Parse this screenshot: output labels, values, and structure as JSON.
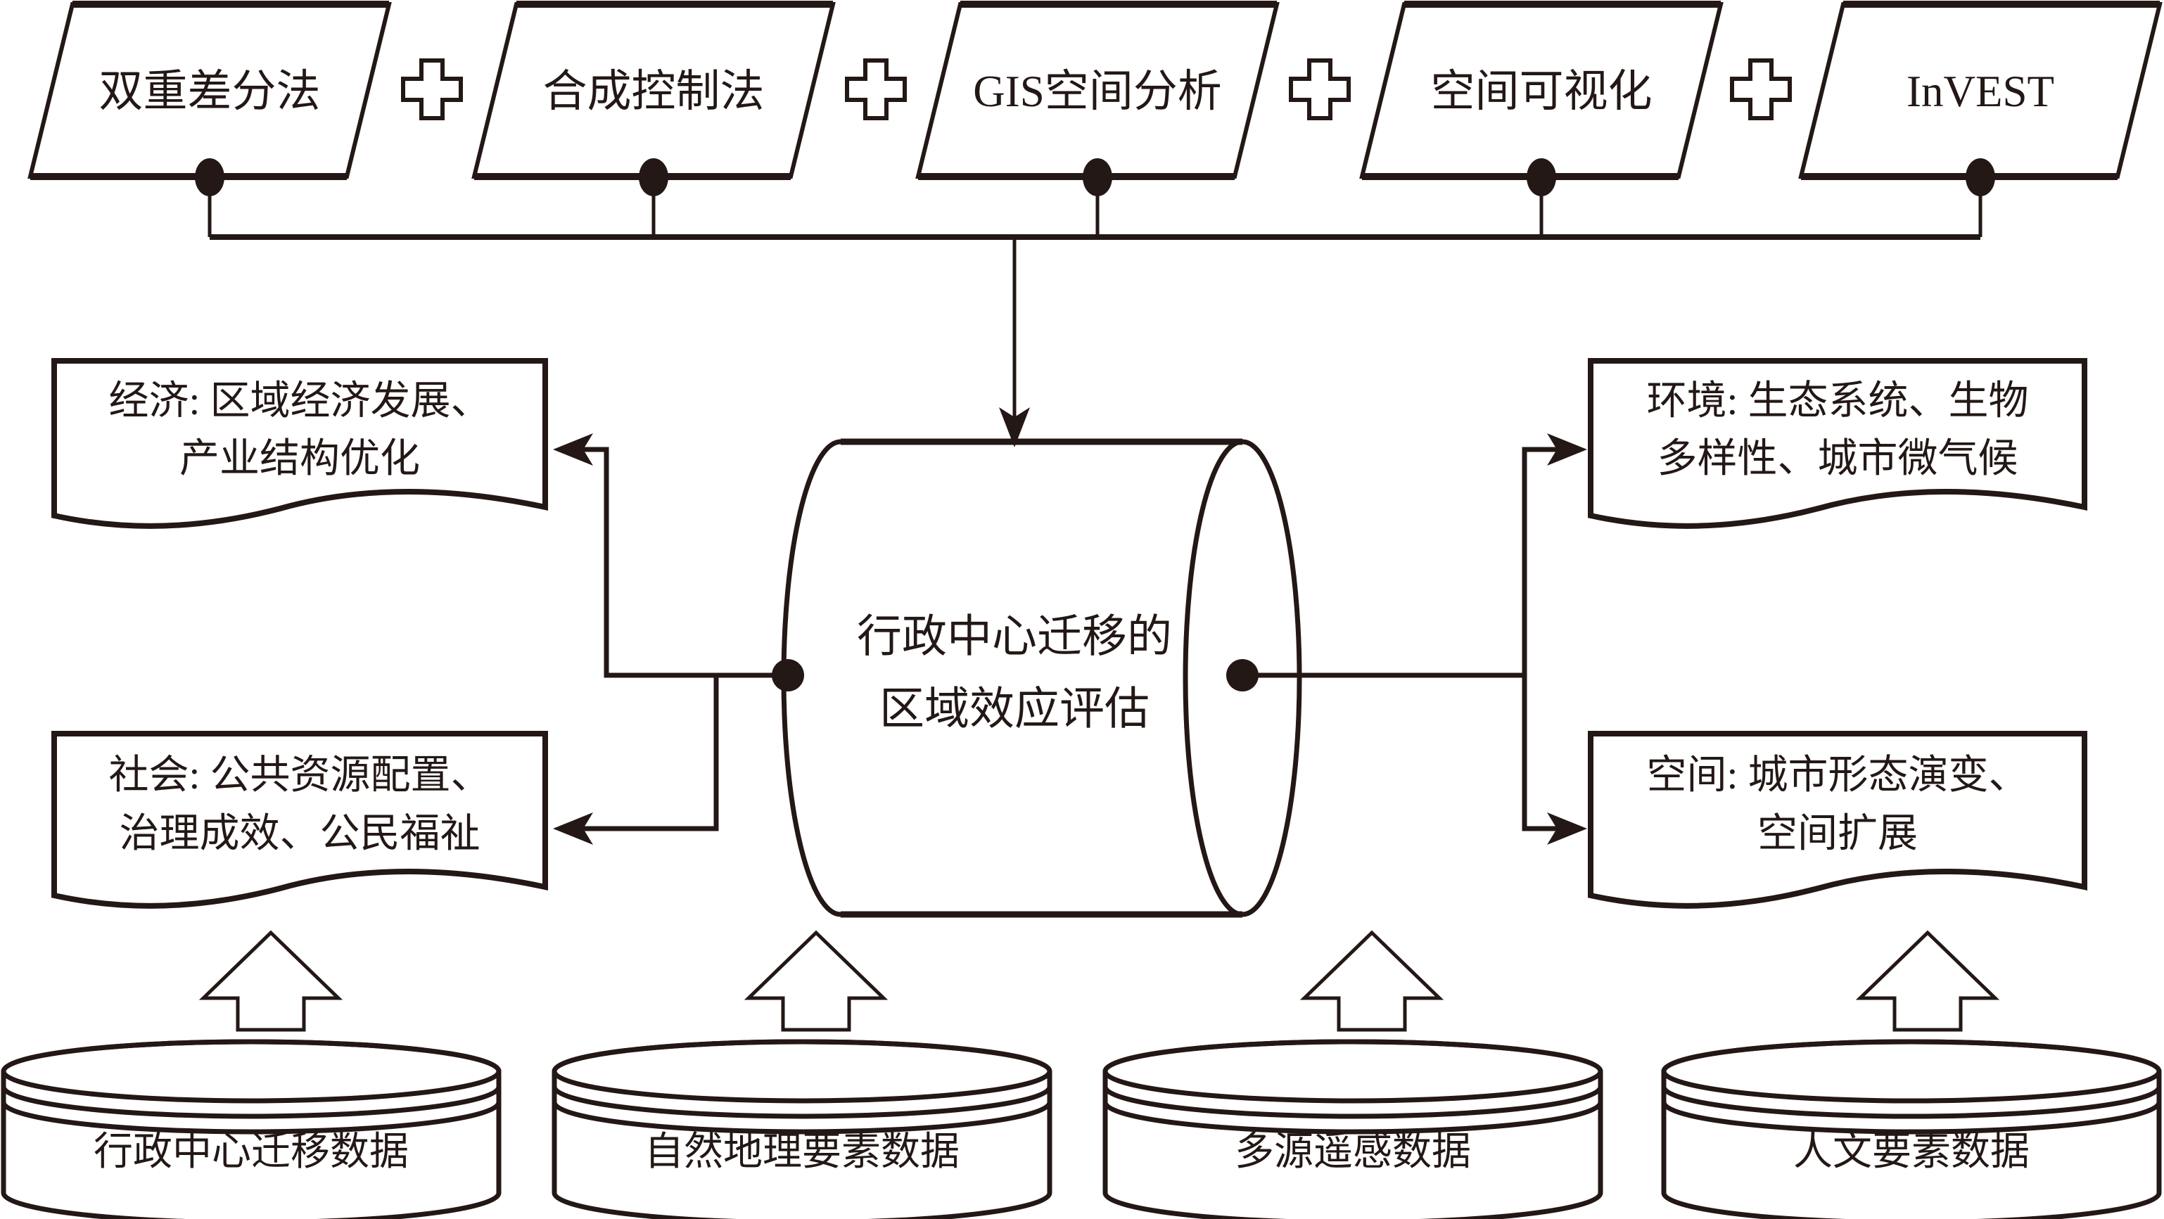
{
  "figure": {
    "type": "flow-diagram",
    "description_visible_text_only": true
  },
  "colors": {
    "background": "#ffffff",
    "method_fill": "#d9e9f1",
    "outcome_fill": "#e8bcba",
    "center_fill": "#efeeec",
    "datasource_fill": "#d9e9f1",
    "plus_fill": "#ffffff",
    "up_arrow_fill": "#ffffff",
    "ink": "#231815"
  },
  "methods": {
    "separator_icon": "plus",
    "items": [
      {
        "label": "双重差分法"
      },
      {
        "label": "合成控制法"
      },
      {
        "label": "GIS空间分析"
      },
      {
        "label": "空间可视化"
      },
      {
        "label": "InVEST"
      }
    ]
  },
  "center": {
    "line1": "行政中心迁移的",
    "line2": "区域效应评估"
  },
  "outcomes": {
    "economy": {
      "line1": "经济: 区域经济发展、",
      "line2": "产业结构优化"
    },
    "society": {
      "line1": "社会: 公共资源配置、",
      "line2": "治理成效、公民福祉"
    },
    "environment": {
      "line1": "环境: 生态系统、生物",
      "line2": "多样性、城市微气候"
    },
    "space": {
      "line1": "空间: 城市形态演变、",
      "line2": "空间扩展"
    }
  },
  "data_sources": {
    "items": [
      {
        "label": "行政中心迁移数据"
      },
      {
        "label": "自然地理要素数据"
      },
      {
        "label": "多源遥感数据"
      },
      {
        "label": "人文要素数据"
      }
    ]
  }
}
